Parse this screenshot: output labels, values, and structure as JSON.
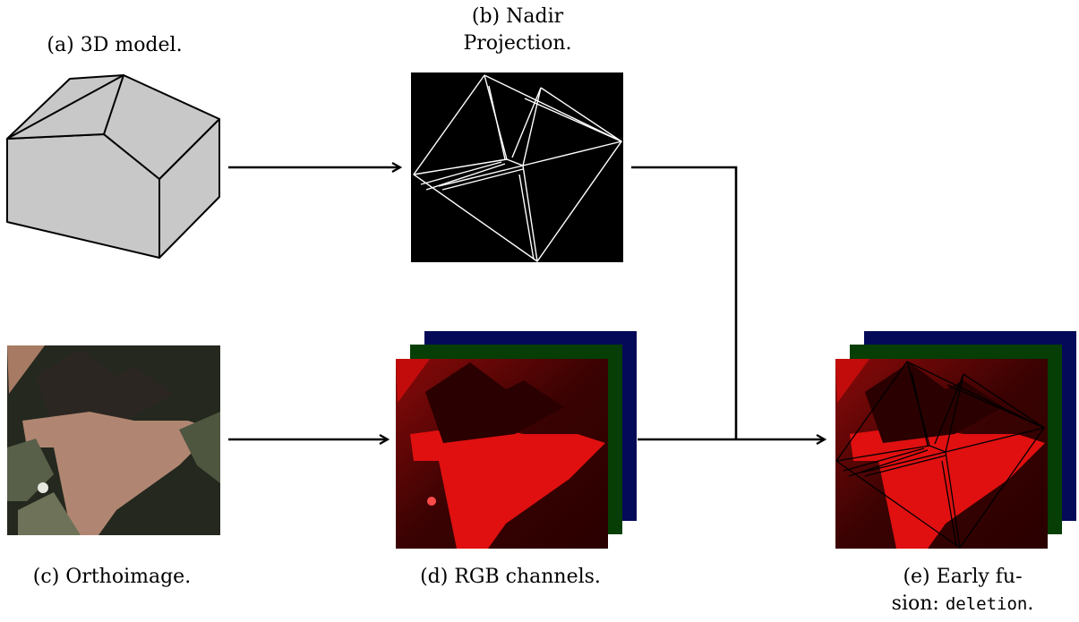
{
  "captions": {
    "a": "(a) 3D model.",
    "b_line1": "(b) Nadir",
    "b_line2": "Projection.",
    "c": "(c) Orthoimage.",
    "d": "(d) RGB channels.",
    "e_line1": "(e) Early fu-",
    "e_line2_prefix": "sion: ",
    "e_line2_code": "deletion",
    "e_line2_suffix": "."
  },
  "colors": {
    "model_fill": "#c8c8c8",
    "projection_bg": "#000000",
    "projection_lines": "#ffffff",
    "roof": "#b08672",
    "channel_red": "#e01010",
    "channel_green": "#0f7a10",
    "channel_blue": "#0a1690"
  }
}
